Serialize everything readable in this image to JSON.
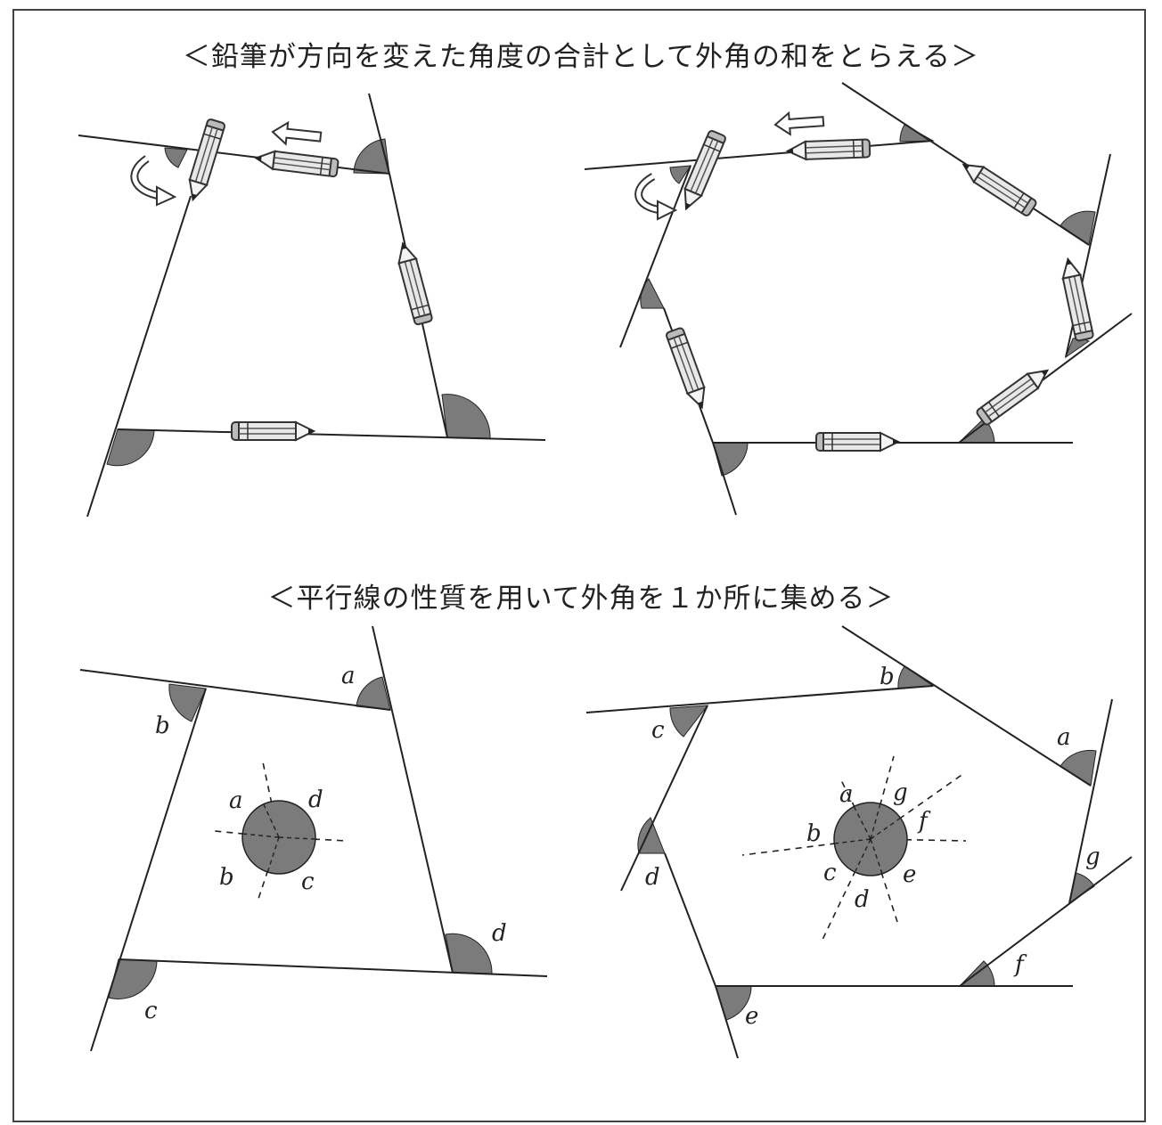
{
  "headings": {
    "top": "＜鉛筆が方向を変えた角度の合計として外角の和をとらえる＞",
    "bottom": "＜平行線の性質を用いて外角を１か所に集める＞"
  },
  "quad_labels": {
    "outer": [
      "a",
      "b",
      "c",
      "d"
    ],
    "center": [
      "a",
      "d",
      "b",
      "c"
    ]
  },
  "hept_labels": {
    "outer": [
      "b",
      "a",
      "c",
      "d",
      "g",
      "f",
      "e"
    ],
    "center": [
      "a",
      "g",
      "f",
      "b",
      "c",
      "e",
      "d"
    ]
  },
  "icons": [
    "pencil-icon",
    "arrow-left-icon",
    "curved-arrow-icon"
  ]
}
